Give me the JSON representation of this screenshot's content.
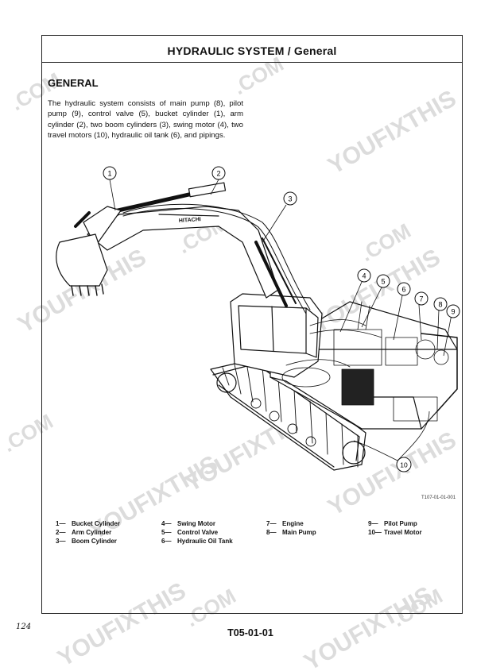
{
  "header": {
    "title": "HYDRAULIC SYSTEM / General"
  },
  "section": {
    "heading": "GENERAL",
    "intro": "The hydraulic system consists of main pump (8), pilot pump (9), control valve (5), bucket cylinder (1), arm cylinder (2), two boom cylinders (3), swing motor (4), two travel motors (10), hydraulic oil tank (6), and pipings."
  },
  "figure": {
    "code": "T107-01-01-001",
    "brand_text": "HITACHI",
    "callouts": [
      "1",
      "2",
      "3",
      "4",
      "5",
      "6",
      "7",
      "8",
      "9",
      "10"
    ]
  },
  "legend": [
    {
      "num": "1—",
      "label": "Bucket Cylinder"
    },
    {
      "num": "2—",
      "label": "Arm Cylinder"
    },
    {
      "num": "3—",
      "label": "Boom Cylinder"
    },
    {
      "num": "4—",
      "label": "Swing Motor"
    },
    {
      "num": "5—",
      "label": "Control Valve"
    },
    {
      "num": "6—",
      "label": "Hydraulic Oil Tank"
    },
    {
      "num": "7—",
      "label": "Engine"
    },
    {
      "num": "8—",
      "label": "Main Pump"
    },
    {
      "num": "9—",
      "label": "Pilot Pump"
    },
    {
      "num": "10—",
      "label": "Travel Motor"
    }
  ],
  "footer": {
    "page": "T05-01-01",
    "handwritten": "124"
  },
  "watermark": {
    "text_1": "YOUFIXTHIS",
    "text_2": ".COM"
  },
  "colors": {
    "ink": "#111111",
    "watermark": "#d2d2d2"
  }
}
